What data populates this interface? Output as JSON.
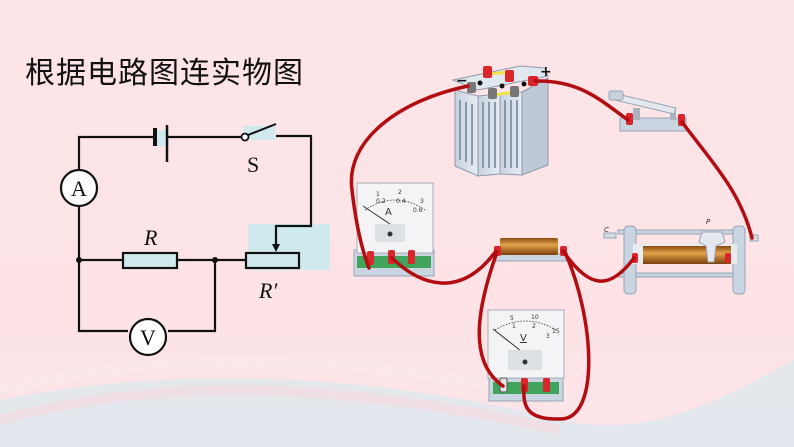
{
  "title": "根据电路图连实物图",
  "schematic": {
    "ammeter_symbol": "A",
    "voltmeter_symbol": "V",
    "switch_label": "S",
    "resistor_label": "R",
    "rheostat_label": "R′"
  },
  "physical": {
    "battery": {
      "negative_sign": "−",
      "positive_sign": "+"
    },
    "ammeter": {
      "unit": "A",
      "scale_top": [
        "1",
        "2",
        "3"
      ],
      "scale_bottom": [
        "0.2",
        "0.4",
        "0.6"
      ]
    },
    "voltmeter": {
      "unit": "V",
      "scale_top": [
        "5",
        "10",
        "15"
      ],
      "scale_bottom": [
        "1",
        "2",
        "3"
      ]
    },
    "rheostat": {
      "label_c": "C",
      "label_p": "P"
    }
  },
  "colors": {
    "wire": "#b30d12",
    "terminal": "#d9262b",
    "highlight": "#cfe9ee",
    "background": "#fde4e7"
  }
}
